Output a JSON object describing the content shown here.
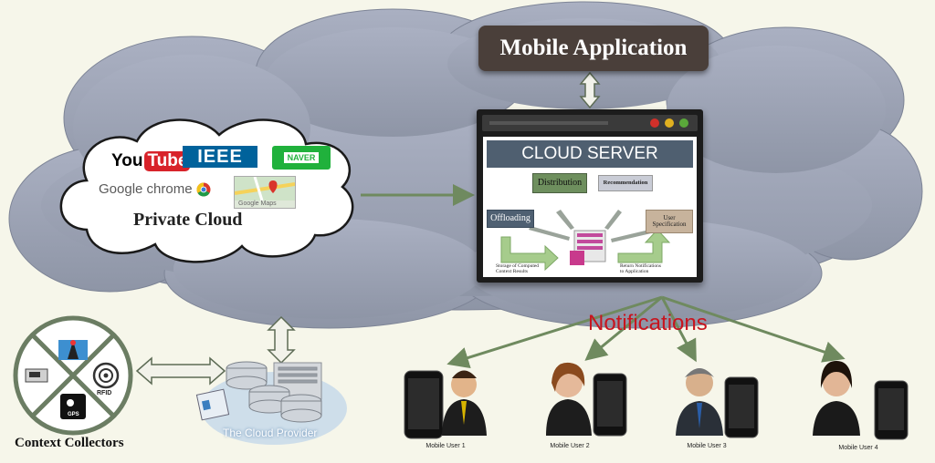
{
  "mobile_application": {
    "label": "Mobile Application"
  },
  "cloud_server": {
    "title": "CLOUD SERVER",
    "distribution": "Distribution",
    "recommendation": "Recommendation",
    "offloading": "Offloading",
    "user_specification_line1": "User",
    "user_specification_line2": "Specification",
    "storage_line1": "Storage of Computed",
    "storage_line2": "Context Results",
    "return_line1": "Return Notifications",
    "return_line2": "to Application"
  },
  "private_cloud": {
    "label": "Private Cloud",
    "logo_youtube_you": "You",
    "logo_youtube_tube": "Tube",
    "logo_ieee": "IEEE",
    "logo_naver": "NAVER",
    "logo_chrome": "Google chrome",
    "logo_maps": "Google Maps"
  },
  "notifications": {
    "label": "Notifications"
  },
  "context_collectors": {
    "label": "Context Collectors",
    "rfid": "RFID",
    "gps": "GPS"
  },
  "cloud_provider": {
    "label": "The Cloud Provider"
  },
  "mobile_users": [
    {
      "label": "Mobile User 1"
    },
    {
      "label": "Mobile User 2"
    },
    {
      "label": "Mobile User 3"
    },
    {
      "label": "Mobile User 4"
    }
  ],
  "colors": {
    "cloud_fill": "#9aa0b2",
    "server_title": "#4f5f70",
    "notifications": "#c8141e",
    "arrow_green": "#6f8a5f",
    "mobile_app_box": "#4a3f3a"
  }
}
